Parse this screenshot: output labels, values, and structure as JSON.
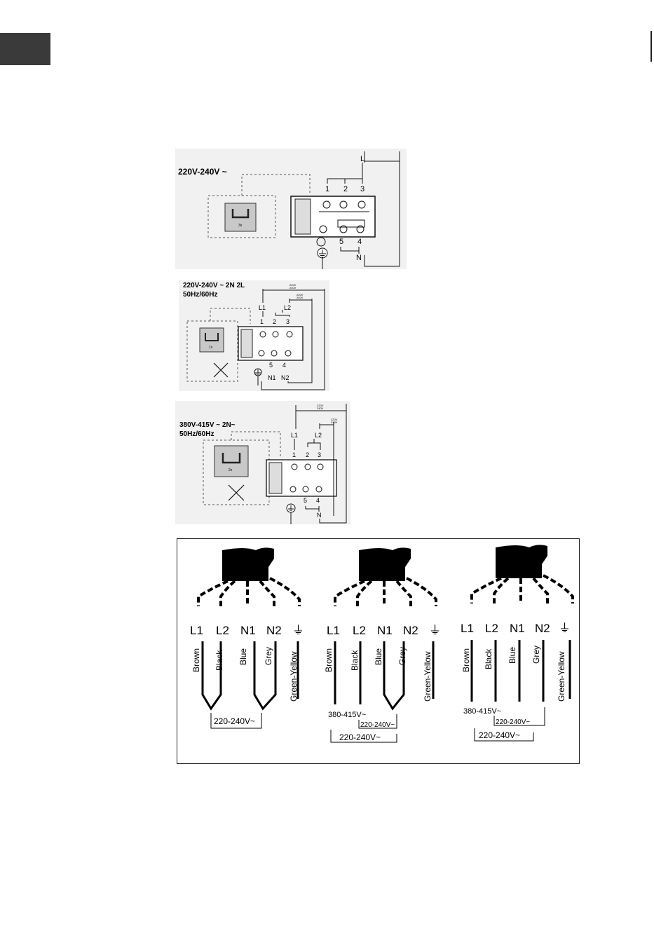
{
  "diagrams": [
    {
      "voltage": "220V-240V ~",
      "frequency": "",
      "bridge_label": "3x",
      "terminal_top": [
        "1",
        "2",
        "3"
      ],
      "terminal_bottom": [
        "5",
        "4"
      ],
      "line_labels": [
        "L",
        "N"
      ],
      "scale_labels": []
    },
    {
      "voltage": "220V-240V ~  2N 2L",
      "frequency": "50Hz/60Hz",
      "bridge_label": "1x",
      "terminal_top": [
        "1",
        "2",
        "3"
      ],
      "terminal_bottom": [
        "5",
        "4"
      ],
      "line_labels": [
        "L1",
        "L2",
        "N1",
        "N2"
      ],
      "scale_labels": [
        "220V",
        "240V",
        "220V",
        "240V"
      ]
    },
    {
      "voltage": "380V-415V ~  2N~",
      "frequency": "50Hz/60Hz",
      "bridge_label": "2x",
      "terminal_top": [
        "1",
        "2",
        "3"
      ],
      "terminal_bottom": [
        "5",
        "4"
      ],
      "line_labels": [
        "L1",
        "L2",
        "N"
      ],
      "scale_labels": [
        "220V",
        "240V",
        "220V",
        "240V"
      ]
    }
  ],
  "cables": {
    "terminals": [
      "L1",
      "L2",
      "N1",
      "N2"
    ],
    "wire_colors": [
      "Brown",
      "Black",
      "Blue",
      "Grey",
      "Green-Yellow"
    ],
    "voltage_single": "220-240V~",
    "voltage_three": "380-415V~",
    "earth_symbol": "⏚"
  },
  "colors": {
    "panel_bg": "#f1f1f1",
    "ink": "#111111",
    "marker": "#3a3a3a"
  }
}
